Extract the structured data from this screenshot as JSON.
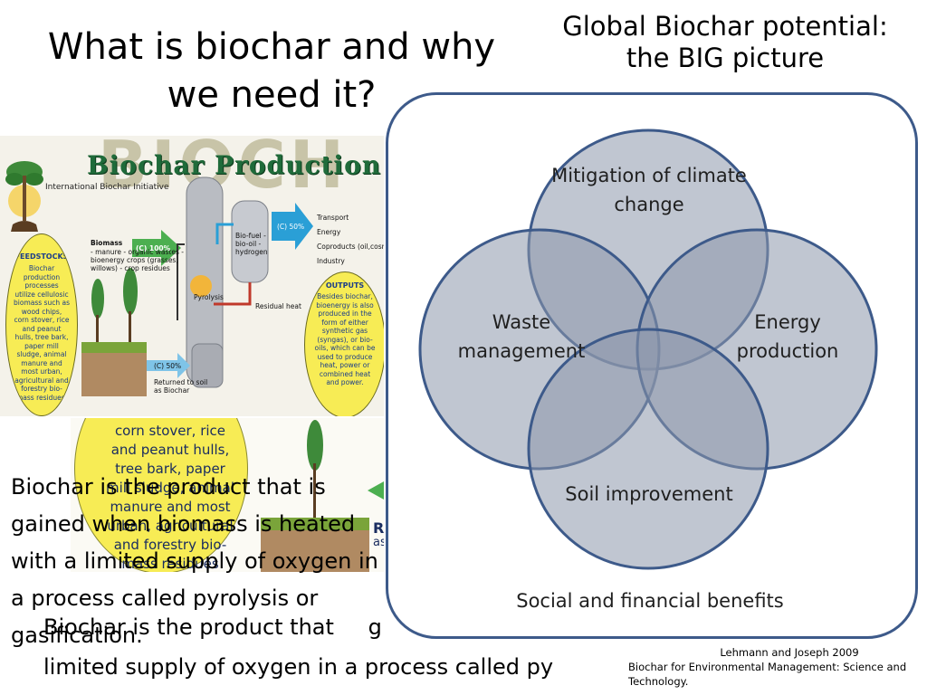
{
  "slide": {
    "title": "What is biochar and why we need it?",
    "venn_title": "Global Biochar potential: the BIG picture"
  },
  "infographic": {
    "banner": "Biochar Production",
    "logo_text": "International Biochar Initiative",
    "feedstocks_title": "FEEDSTOCKS",
    "feedstocks_text": "Biochar production processes utilize cellulosic biomass such as wood chips, corn stover, rice and peanut hulls, tree bark, paper mill sludge, animal manure and most urban, agricultural and forestry bio-mass residues.",
    "biomass_title": "Biomass",
    "biomass_items": "- manure - organic wastes - bioenergy crops (grasses, willows) - crop residues",
    "biomass_pct": "(C) 100%",
    "pyrolysis_label": "Pyrolysis",
    "biofuel_label": "Bio-fuel - bio-oil - hydrogen",
    "biofuel_pct": "(C) 50%",
    "uses": [
      "Transport",
      "Energy",
      "Coproducts (oil,cosmetics)",
      "Industry"
    ],
    "residual_heat": "Residual heat",
    "char_pct": "(C) 50%",
    "returned": "Returned to soil as Biochar",
    "outputs_title": "OUTPUTS",
    "outputs_text": "Besides biochar, bioenergy is also produced in the form of either synthetic gas (syngas), or bio-oils, which can be used to produce heat, power or combined heat and power.",
    "colors": {
      "banner": "#1f6b3a",
      "ellipse": "#f7ec55",
      "arrow_green": "#4caf50",
      "arrow_blue": "#2a9fd6"
    }
  },
  "ghost_fragment": {
    "lines": [
      "corn stover, rice",
      "and peanut hulls,",
      "tree bark, paper",
      "mill sludge, animal",
      "manure and most",
      "urban, agricultural",
      "and forestry bio-",
      "mass residues"
    ],
    "side_r": "R",
    "side_as": "as"
  },
  "body": {
    "definition": "Biochar is the product that is gained when biomass is heated with a limited supply of oxygen in a process called pyrolysis or gasification.",
    "ghost_line1": "Biochar is the product that",
    "ghost_line1_tail": "g",
    "ghost_line2": "limited supply of oxygen in a process called py"
  },
  "venn": {
    "circles": [
      "Mitigation of climate change",
      "Waste management",
      "Energy production",
      "Soil improvement"
    ],
    "footer": "Social and financial benefits",
    "colors": {
      "fill": "#8c97ab",
      "stroke": "#3d5a8a",
      "box_border": "#3d5a8a"
    }
  },
  "citation": {
    "line1": "Lehmann and Joseph 2009",
    "line2": "Biochar for Environmental Management: Science and Technology."
  }
}
